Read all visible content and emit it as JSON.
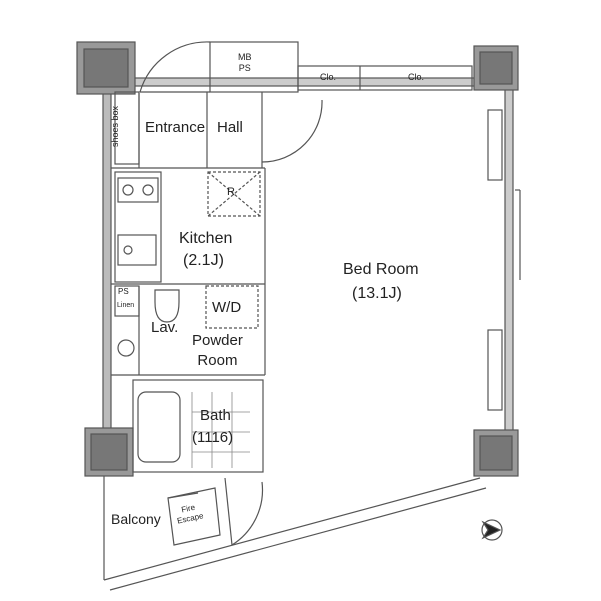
{
  "rooms": {
    "mb_ps": [
      "MB",
      "PS"
    ],
    "clo1": "Clo.",
    "clo2": "Clo.",
    "shoes_box": "shoes box",
    "entrance": "Entrance",
    "hall": "Hall",
    "refrigerator": "R",
    "kitchen": "Kitchen",
    "kitchen_size": "(2.1J)",
    "bedroom": "Bed Room",
    "bedroom_size": "(13.1J)",
    "ps": "PS",
    "linen": "Linen",
    "washer_dryer": "W/D",
    "lav": "Lav.",
    "powder_room": [
      "Powder",
      "Room"
    ],
    "bath": "Bath",
    "bath_size": "(1116)",
    "balcony": "Balcony",
    "fire_escape": [
      "Fire",
      "Escape"
    ]
  },
  "colors": {
    "wall": "#8a8a8a",
    "column": "#6e6e6e",
    "line": "#555555"
  }
}
